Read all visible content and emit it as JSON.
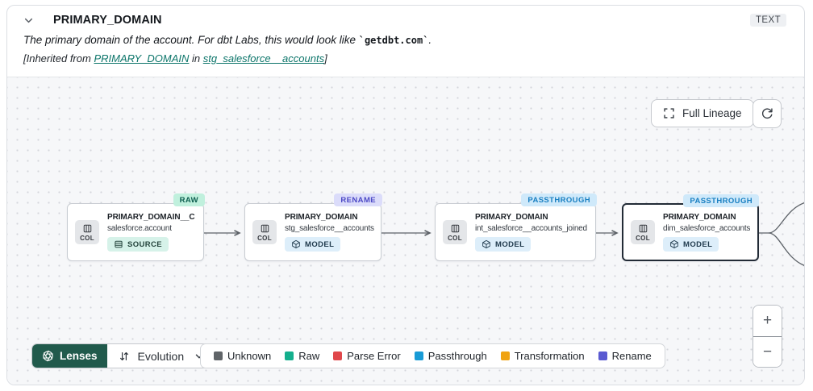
{
  "header": {
    "title": "PRIMARY_DOMAIN",
    "type_badge": "TEXT",
    "description": {
      "prefix": "The primary domain of the account. For dbt Labs, this would look like ",
      "code": "`getdbt.com`",
      "suffix": "."
    },
    "inherited": {
      "prefix": "[Inherited from ",
      "column_link": "PRIMARY_DOMAIN",
      "middle": " in ",
      "model_link": "stg_salesforce__accounts",
      "suffix": "]"
    }
  },
  "canvas": {
    "full_lineage_button": "Full Lineage",
    "evolution_badge_colors": {
      "RAW": {
        "bg": "#c0f0dd",
        "text": "#0e5f50"
      },
      "RENAME": {
        "bg": "#dbdcfa",
        "text": "#4c49c6"
      },
      "PASSTHROUGH": {
        "bg": "#cfe9fa",
        "text": "#1a80c2"
      }
    },
    "nodes": [
      {
        "evolution_badge": "RAW",
        "col_label": "COL",
        "column": "PRIMARY_DOMAIN__C",
        "model": "salesforce.account",
        "resource_type": "SOURCE",
        "selected": false
      },
      {
        "evolution_badge": "RENAME",
        "col_label": "COL",
        "column": "PRIMARY_DOMAIN",
        "model": "stg_salesforce__accounts",
        "resource_type": "MODEL",
        "selected": false
      },
      {
        "evolution_badge": "PASSTHROUGH",
        "col_label": "COL",
        "column": "PRIMARY_DOMAIN",
        "model": "int_salesforce__accounts_joined",
        "resource_type": "MODEL",
        "selected": false
      },
      {
        "evolution_badge": "PASSTHROUGH",
        "col_label": "COL",
        "column": "PRIMARY_DOMAIN",
        "model": "dim_salesforce_accounts",
        "resource_type": "MODEL",
        "selected": true
      }
    ]
  },
  "toolbar": {
    "lenses_button": "Lenses",
    "lens_dropdown_value": "Evolution",
    "legend": [
      {
        "label": "Unknown",
        "color": "#606468"
      },
      {
        "label": "Raw",
        "color": "#14af8d"
      },
      {
        "label": "Parse Error",
        "color": "#e0474b"
      },
      {
        "label": "Passthrough",
        "color": "#189bd6"
      },
      {
        "label": "Transformation",
        "color": "#f0a312"
      },
      {
        "label": "Rename",
        "color": "#5a5ad1"
      }
    ]
  },
  "zoom_controls": {
    "zoom_in": "+",
    "zoom_out": "−"
  },
  "colors": {
    "lenses_button_bg": "#215a4c",
    "link": "#0c756a",
    "canvas_bg": "#f6f7f9",
    "edge": "#5c6167",
    "selected_node_border": "#222b36"
  }
}
